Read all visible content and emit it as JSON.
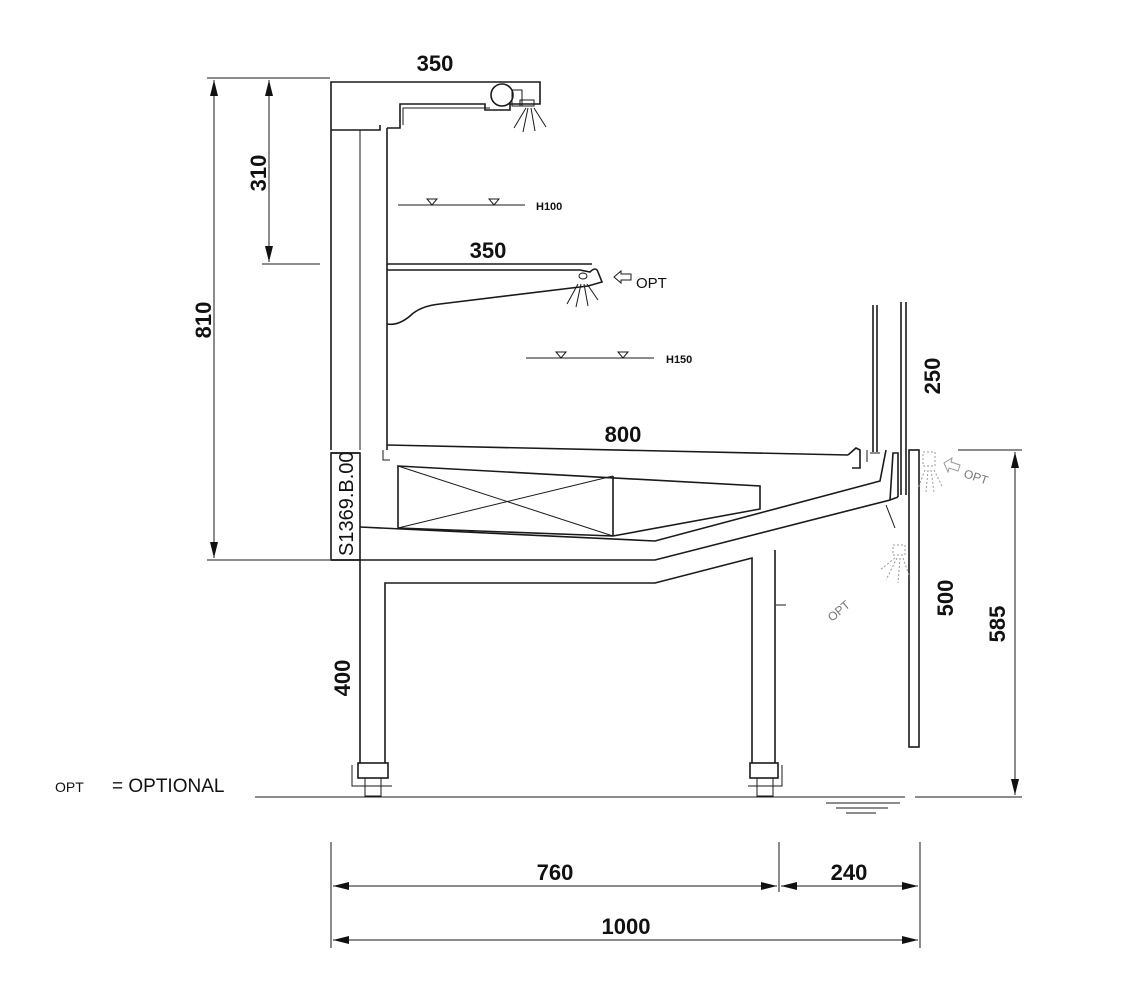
{
  "drawing": {
    "code": "S1369.B.00",
    "legend": {
      "abbr": "OPT",
      "meaning": "= OPTIONAL"
    },
    "dimensions": {
      "top_width": "350",
      "top_height": "310",
      "total_height": "810",
      "shelf_width": "350",
      "base_width": "800",
      "glass_height": "250",
      "front_height": "500",
      "counter_height": "585",
      "leg_height": "400",
      "depth_main": "760",
      "depth_front": "240",
      "depth_total": "1000"
    },
    "level_marks": {
      "upper": "H100",
      "lower": "H150"
    },
    "optional_labels": {
      "shelf_light": "OPT",
      "front_light": "OPT",
      "lower_light": "OPT"
    }
  }
}
